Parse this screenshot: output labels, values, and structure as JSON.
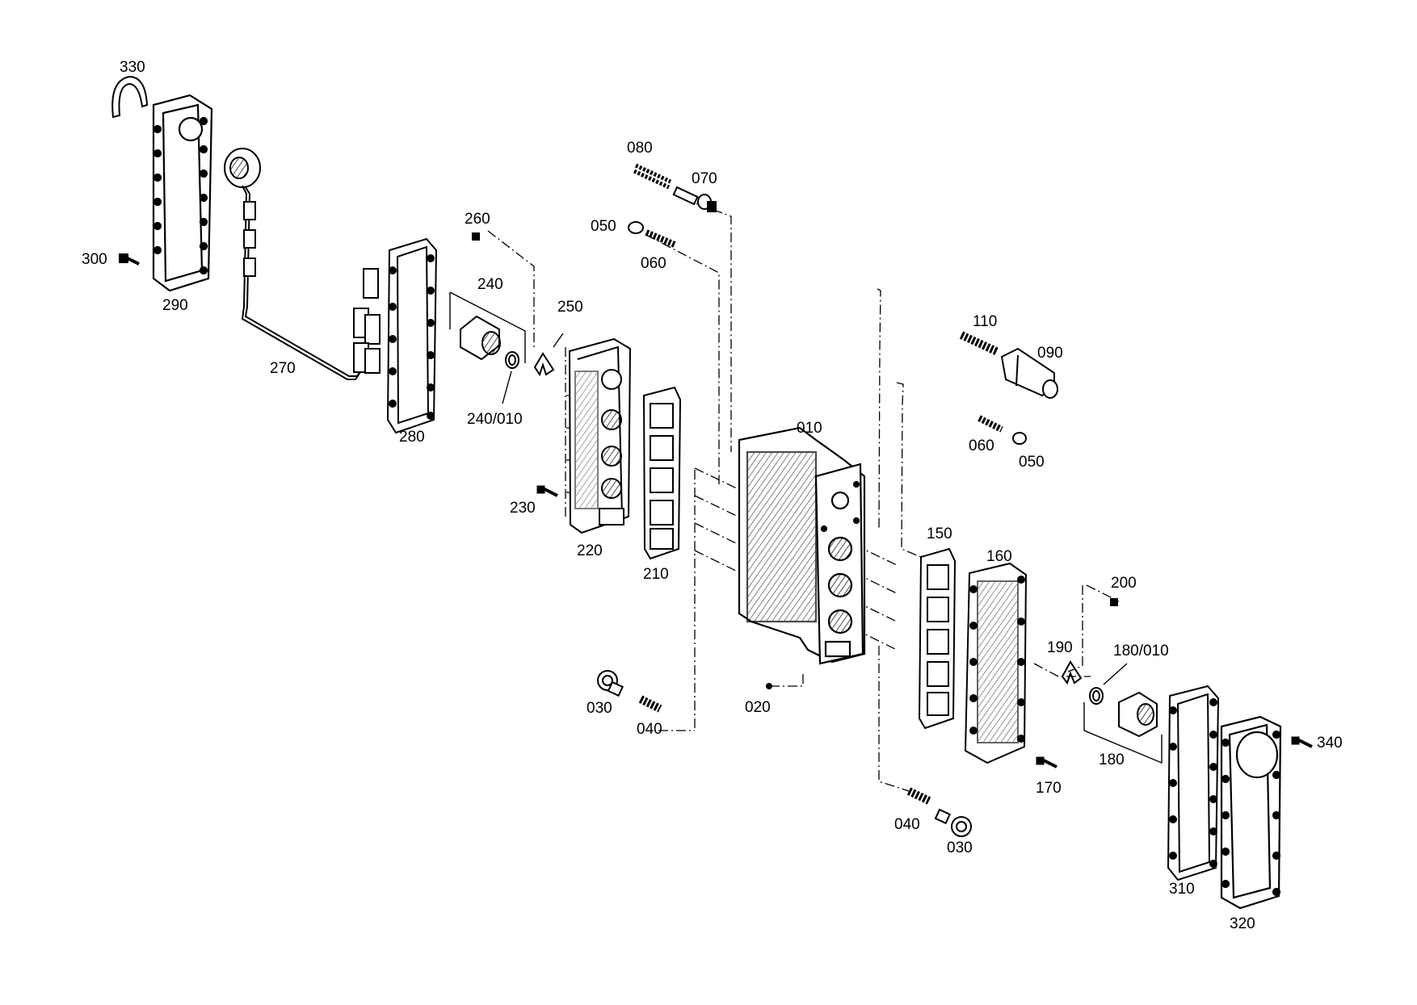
{
  "diagram": {
    "type": "exploded-view parts diagram",
    "ink_color": "#000000",
    "background": "#ffffff",
    "labels": {
      "p330": "330",
      "p300": "300",
      "p290": "290",
      "p270": "270",
      "p280": "280",
      "p260": "260",
      "p240": "240",
      "p250": "250",
      "p240_010": "240/010",
      "p230": "230",
      "p220": "220",
      "p210": "210",
      "p080": "080",
      "p070": "070",
      "p050a": "050",
      "p060a": "060",
      "p110": "110",
      "p090": "090",
      "p060b": "060",
      "p050b": "050",
      "p010": "010",
      "p150": "150",
      "p160": "160",
      "p200": "200",
      "p190": "190",
      "p180_010": "180/010",
      "p180": "180",
      "p340": "340",
      "p020": "020",
      "p030a": "030",
      "p040a": "040",
      "p170": "170",
      "p040b": "040",
      "p030b": "030",
      "p310": "310",
      "p320": "320"
    }
  }
}
